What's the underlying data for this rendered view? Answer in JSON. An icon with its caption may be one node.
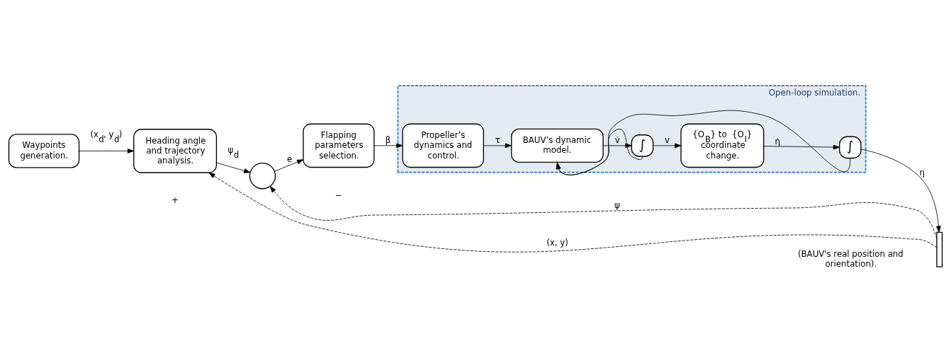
{
  "diagram": {
    "nodes": [
      {
        "text": [
          "Waypoints generation."
        ]
      },
      {
        "text": [
          "Heading angle and trajectory analysis."
        ]
      },
      {
        "text": [],
        "shape": "circle"
      },
      {
        "text": [
          "Flapping parameters selection."
        ]
      },
      {
        "text": [
          "Open-loop simulation."
        ]
      },
      {
        "text": [
          "Propeller’s dynamics and control."
        ],
        "in": 4
      },
      {
        "text": [
          "BAUV’s dynamic model."
        ],
        "in": 4
      },
      {
        "text": [
          "∫"
        ],
        "in": 4
      },
      {
        "text": [
          "{O$_{B}$} to  {O$_{I}$} coordinate change."
        ],
        "in": 4
      },
      {
        "text": [
          "∫"
        ],
        "in": 4
      },
      {
        "text": [],
        "shape": "bar"
      }
    ],
    "edges": [
      {
        "from": 0,
        "to": 1,
        "arrow": "to",
        "label": "(x$_{d}$, y$_{d}$)"
      },
      {
        "from": 1,
        "to": 2,
        "arrow": "to",
        "label": "ψ$_{d}$"
      },
      {
        "from": 2,
        "to": 3,
        "arrow": "to",
        "label": "e"
      },
      {
        "from": 3,
        "to": 5,
        "arrow": "to",
        "label": "β"
      },
      {
        "from": 5,
        "to": 6,
        "arrow": "to",
        "label": "τ"
      },
      {
        "from": 6,
        "to": 7,
        "arrow": "to",
        "label": "v̇"
      },
      {
        "from": 7,
        "to": 8,
        "arrow": "to",
        "label": "v"
      },
      {
        "from": 7,
        "to": 6,
        "arrow": "to"
      },
      {
        "from": 8,
        "to": 9,
        "arrow": "to",
        "label": "η̇"
      },
      {
        "from": 9,
        "to": 10,
        "arrow": "to",
        "label": "η"
      },
      {
        "from": 9,
        "to": 6,
        "arrow": "to"
      },
      {
        "from": 10,
        "to": 1,
        "arrow": "to",
        "label": "(x, y)",
        "style": "dashed"
      },
      {
        "from": 10,
        "to": 2,
        "arrow": "to",
        "label": "ψ",
        "style": "dashed"
      }
    ],
    "labels": [
      "+",
      "−",
      "(BAUV's real position and orientation)."
    ]
  }
}
